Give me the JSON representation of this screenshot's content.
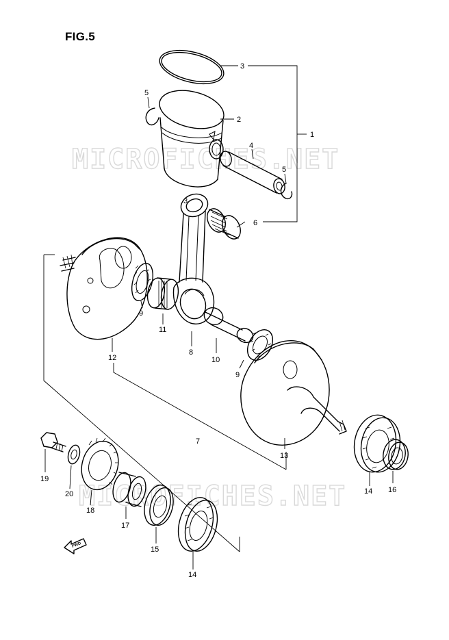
{
  "figure": {
    "title": "FIG.5"
  },
  "watermark": {
    "text": "MICROFICHES.NET"
  },
  "fwd_label": "FWD",
  "callouts": [
    {
      "id": "c1",
      "text": "1"
    },
    {
      "id": "c2",
      "text": "2"
    },
    {
      "id": "c3",
      "text": "3"
    },
    {
      "id": "c4",
      "text": "4"
    },
    {
      "id": "c5a",
      "text": "5"
    },
    {
      "id": "c5b",
      "text": "5"
    },
    {
      "id": "c6",
      "text": "6"
    },
    {
      "id": "c7",
      "text": "7"
    },
    {
      "id": "c8",
      "text": "8"
    },
    {
      "id": "c9a",
      "text": "9"
    },
    {
      "id": "c9b",
      "text": "9"
    },
    {
      "id": "c10",
      "text": "10"
    },
    {
      "id": "c11",
      "text": "11"
    },
    {
      "id": "c12",
      "text": "12"
    },
    {
      "id": "c13",
      "text": "13"
    },
    {
      "id": "c14a",
      "text": "14"
    },
    {
      "id": "c14b",
      "text": "14"
    },
    {
      "id": "c15",
      "text": "15"
    },
    {
      "id": "c16",
      "text": "16"
    },
    {
      "id": "c17",
      "text": "17"
    },
    {
      "id": "c18",
      "text": "18"
    },
    {
      "id": "c19",
      "text": "19"
    },
    {
      "id": "c20",
      "text": "20"
    }
  ]
}
